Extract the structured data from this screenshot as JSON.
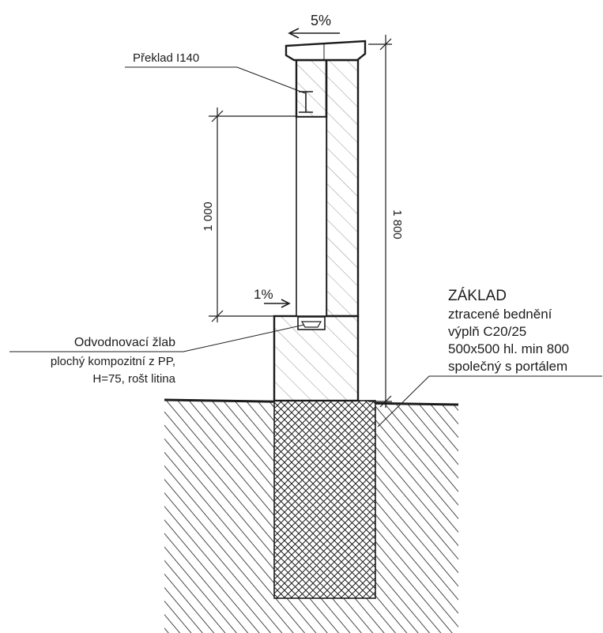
{
  "labels": {
    "slope_top": "5%",
    "lintel": "Překlad I140",
    "dim_height_opening": "1 000",
    "dim_height_total": "1 800",
    "slope_bottom": "1%",
    "foundation_title": "ZÁKLAD",
    "foundation_line_1": "ztracené bednění",
    "foundation_line_2": "výplň C20/25",
    "foundation_line_3": "500x500 hl. min 800",
    "foundation_line_4": "společný s portálem",
    "drain_line_1": "Odvodnovací žlab",
    "drain_line_2": "plochý kompozitní  z PP,",
    "drain_line_3": "H=75, rošt litina"
  },
  "colors": {
    "line": "#1c1c1c",
    "background": "#ffffff"
  }
}
